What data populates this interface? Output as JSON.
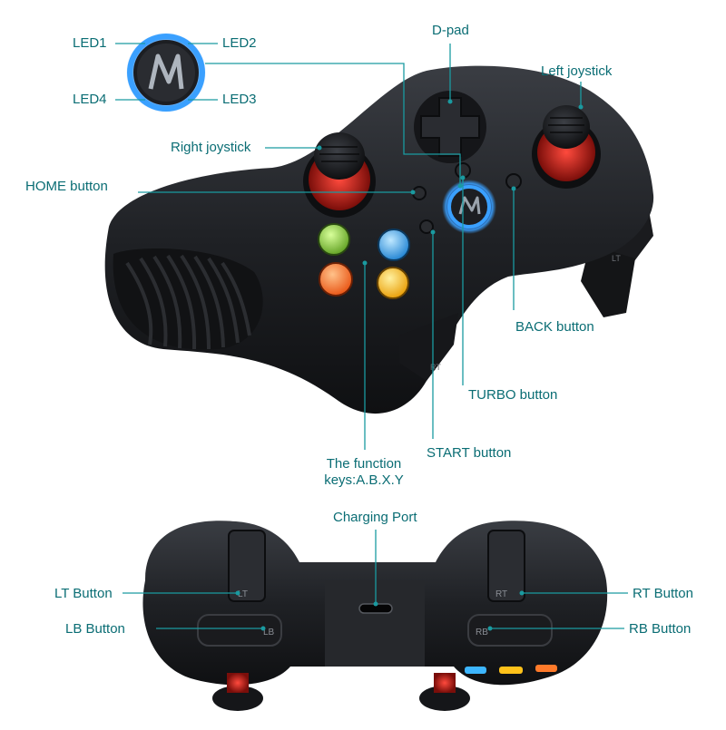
{
  "colors": {
    "label": "#0a6d74",
    "leader_line": "#1a9aa0",
    "led_blue": "#3aa0ff",
    "body_dark": "#1c1e22",
    "button_green": "#8bd34a",
    "button_blue": "#3db6ff",
    "button_orange": "#ff7a2a",
    "button_yellow": "#ffc21a",
    "stick_red": "#c8261f"
  },
  "labels": {
    "led1": "LED1",
    "led2": "LED2",
    "led3": "LED3",
    "led4": "LED4",
    "dpad": "D-pad",
    "left_joystick": "Left joystick",
    "right_joystick": "Right joystick",
    "home_button": "HOME button",
    "back_button": "BACK button",
    "turbo_button": "TURBO button",
    "start_button": "START button",
    "function_keys_line1": "The function",
    "function_keys_line2": "keys:A.B.X.Y",
    "charging_port": "Charging Port",
    "lt_button": "LT Button",
    "rt_button": "RT Button",
    "lb_button": "LB Button",
    "rb_button": "RB Button"
  },
  "device_markings": {
    "lt": "LT",
    "rt": "RT",
    "lb": "LB",
    "rb": "RB",
    "top_lb": "LB",
    "top_rt": "RT",
    "top_lt": "LT"
  },
  "icons": {
    "led_ring": "led-ring-icon",
    "brand_logo": "brand-logo-icon"
  }
}
